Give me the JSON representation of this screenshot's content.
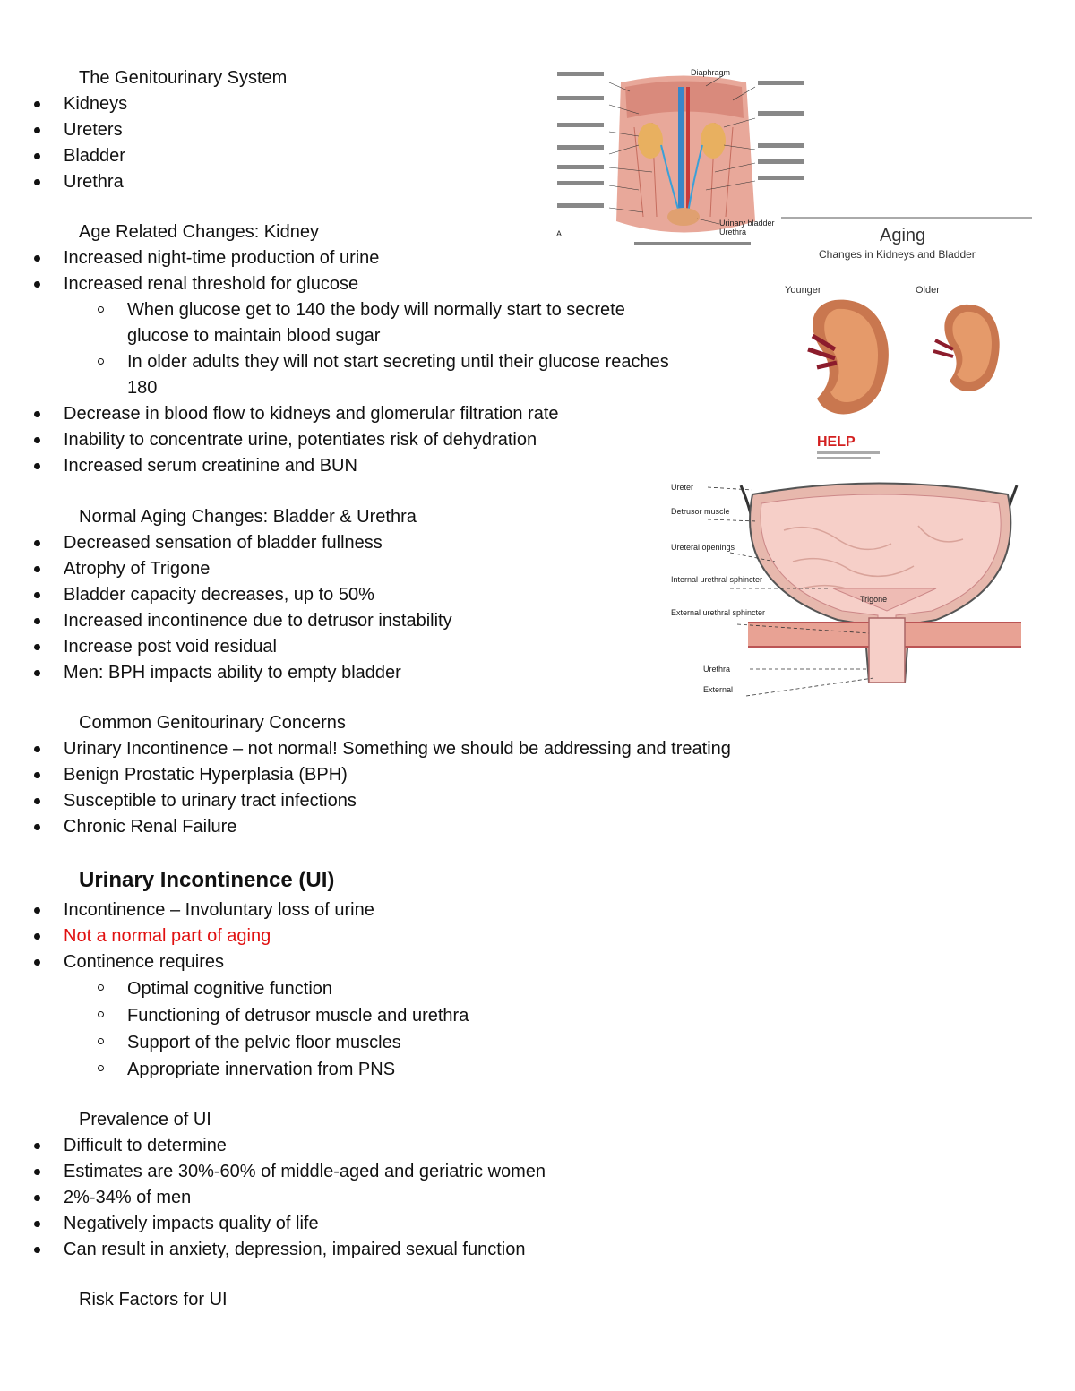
{
  "sections": {
    "gu": {
      "heading": "The Genitourinary System",
      "items": [
        "Kidneys",
        "Ureters",
        "Bladder",
        "Urethra"
      ]
    },
    "kidney": {
      "heading": "Age Related Changes: Kidney",
      "items": [
        "Increased night-time production of urine",
        "Increased renal threshold for glucose",
        "When glucose get to 140 the body will normally start to secrete glucose to maintain blood sugar",
        "In older adults they will not start secreting until their glucose reaches 180",
        "Decrease in blood flow to kidneys and glomerular filtration rate",
        "Inability to concentrate urine, potentiates risk of dehydration",
        "Increased serum creatinine and BUN"
      ]
    },
    "bladder": {
      "heading": "Normal Aging Changes: Bladder & Urethra",
      "items": [
        "Decreased sensation of bladder fullness",
        "Atrophy of Trigone",
        "Bladder capacity decreases, up to 50%",
        "Increased incontinence due to detrusor instability",
        "Increase post void residual",
        "Men: BPH impacts ability to empty bladder"
      ]
    },
    "concerns": {
      "heading": "Common Genitourinary Concerns",
      "items": [
        "Urinary Incontinence – not normal! Something we should be addressing and treating",
        "Benign Prostatic Hyperplasia (BPH)",
        "Susceptible to urinary tract infections",
        "Chronic Renal Failure"
      ]
    },
    "ui": {
      "heading": "Urinary Incontinence (UI)",
      "items": [
        "Incontinence – Involuntary loss of urine",
        "Not a normal part of aging",
        "Continence requires",
        "Optimal cognitive function",
        "Functioning of detrusor muscle and urethra",
        "Support of the pelvic floor muscles",
        "Appropriate innervation from PNS"
      ]
    },
    "prevalence": {
      "heading": "Prevalence of UI",
      "items": [
        "Difficult to determine",
        "Estimates are 30%-60% of middle-aged and geriatric women",
        "2%-34% of men",
        "Negatively impacts quality of life",
        "Can result in anxiety, depression, impaired sexual function"
      ]
    },
    "risk": {
      "heading": "Risk Factors for UI"
    }
  },
  "figures": {
    "anatomy": {
      "labels": [
        "Diaphragm",
        "Urinary bladder",
        "Urethra",
        "A"
      ]
    },
    "aging": {
      "title": "Aging",
      "subtitle": "Changes in Kidneys and Bladder",
      "younger": "Younger",
      "older": "Older",
      "logo": "HELP"
    },
    "bladder": {
      "labels": [
        "Ureter",
        "Detrusor muscle",
        "Ureteral openings",
        "Internal urethral sphincter",
        "External urethral sphincter",
        "Trigone",
        "Urethra",
        "External"
      ]
    }
  },
  "colors": {
    "text": "#111111",
    "emphasis": "#e01010"
  }
}
